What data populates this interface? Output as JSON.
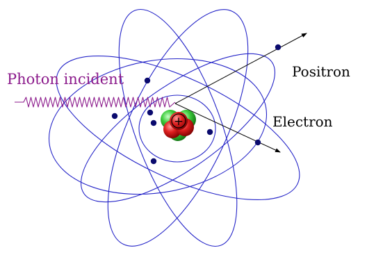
{
  "labels": {
    "photon": "Photon incident",
    "positron": "Positron",
    "electron": "Electron"
  },
  "nucleus": {
    "charge_symbol": "+"
  },
  "colors": {
    "orbit": "#2424c8",
    "electron": "#0a0a6e",
    "photon": "#8b1a8b",
    "arrow": "#000000",
    "proton": "#d42020",
    "neutron": "#3cc83c"
  }
}
